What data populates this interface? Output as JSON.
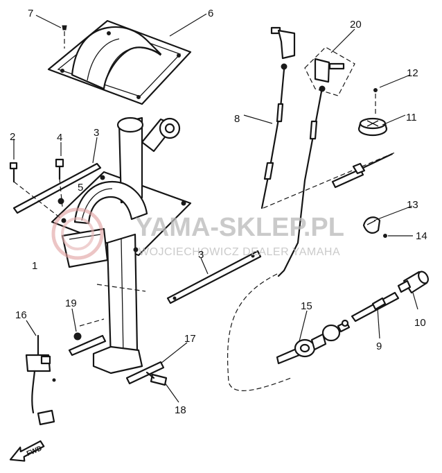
{
  "callouts": {
    "n1": "1",
    "n2": "2",
    "n3a": "3",
    "n3b": "3",
    "n4": "4",
    "n5": "5",
    "n6": "6",
    "n7": "7",
    "n8": "8",
    "n9": "9",
    "n10": "10",
    "n11": "11",
    "n12": "12",
    "n13": "13",
    "n14": "14",
    "n15": "15",
    "n16": "16",
    "n17": "17",
    "n18": "18",
    "n19": "19",
    "n20": "20"
  },
  "watermark": {
    "main": "YAMA-SKLEP.PL",
    "sub": "WOJCIECHOWICZ DEALER YAMAHA"
  },
  "direction_label": "FWD",
  "colors": {
    "line": "#151515",
    "watermark": "#b9b9b9",
    "watermark_logo": "#e0a0a0"
  }
}
